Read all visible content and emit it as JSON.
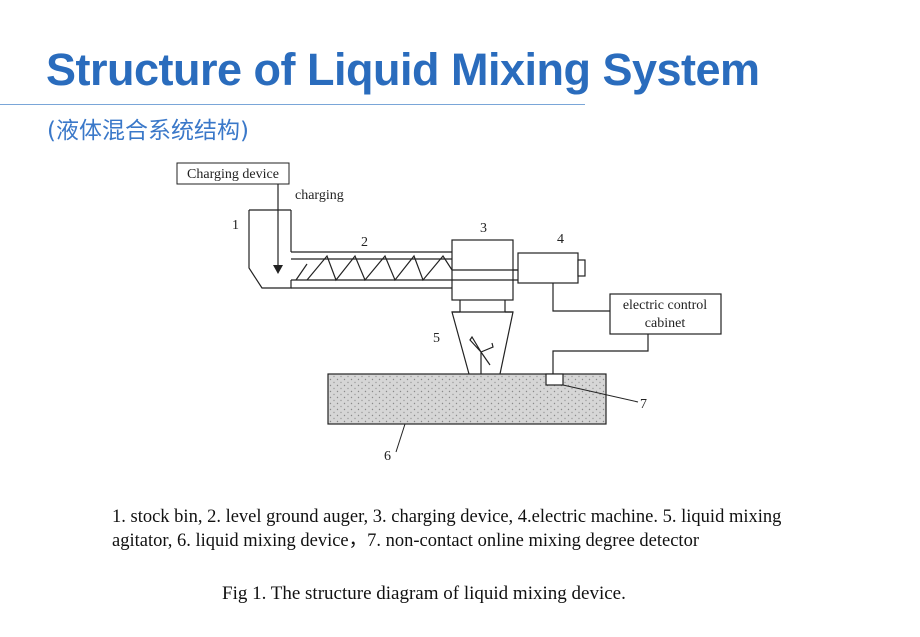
{
  "header": {
    "title": "Structure of Liquid Mixing System",
    "subtitle": "(液体混合系统结构)"
  },
  "diagram": {
    "charging_device_label": "Charging device",
    "charging_label": "charging",
    "cabinet_line1": "electric control",
    "cabinet_line2": "cabinet",
    "numbers": [
      "1",
      "2",
      "3",
      "4",
      "5",
      "6",
      "7"
    ]
  },
  "caption": {
    "legend_text": "1. stock bin, 2. level ground auger, 3. charging device, 4.electric machine. 5. liquid mixing agitator, 6. liquid mixing device，7. non-contact online mixing degree detector",
    "figure_caption": "Fig 1. The structure diagram of liquid mixing device."
  },
  "colors": {
    "title": "#2a6cbd",
    "subtitle": "#3a78c9",
    "tank_fill": "#d9d9d9"
  }
}
